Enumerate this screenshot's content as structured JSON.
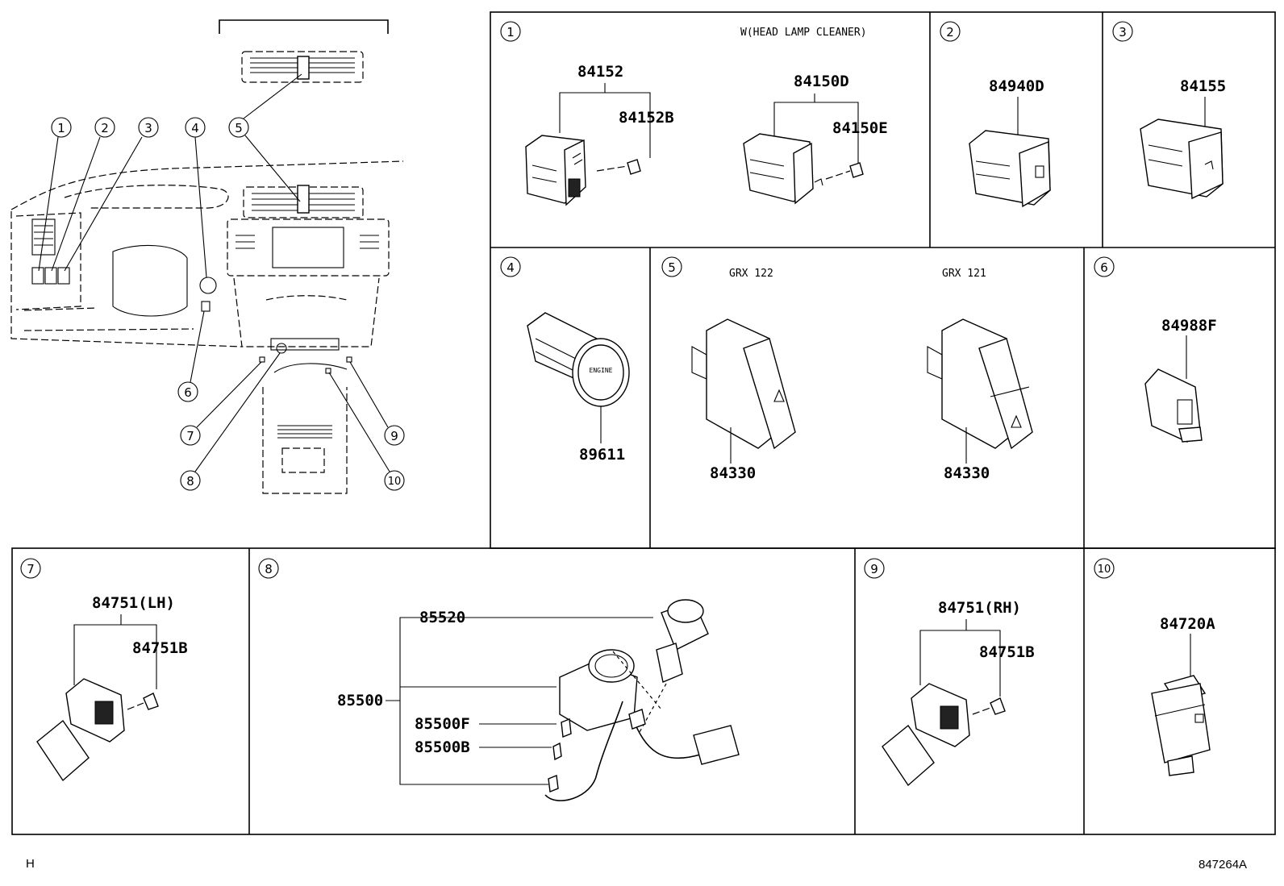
{
  "overview": {
    "callouts": [
      "1",
      "2",
      "3",
      "4",
      "5",
      "6",
      "7",
      "8",
      "9",
      "10"
    ]
  },
  "panels": [
    {
      "id": "p1",
      "num": "1",
      "note": "W(HEAD LAMP CLEANER)",
      "parts": [
        "84152",
        "84152B",
        "84150D",
        "84150E"
      ]
    },
    {
      "id": "p2",
      "num": "2",
      "parts": [
        "84940D"
      ]
    },
    {
      "id": "p3",
      "num": "3",
      "parts": [
        "84155"
      ]
    },
    {
      "id": "p4",
      "num": "4",
      "parts": [
        "89611"
      ]
    },
    {
      "id": "p5",
      "num": "5",
      "notes": [
        "GRX 122",
        "GRX 121"
      ],
      "parts": [
        "84330",
        "84330"
      ]
    },
    {
      "id": "p6",
      "num": "6",
      "parts": [
        "84988F"
      ]
    },
    {
      "id": "p7",
      "num": "7",
      "parts": [
        "84751(LH)",
        "84751B"
      ]
    },
    {
      "id": "p8",
      "num": "8",
      "parts": [
        "85520",
        "85500",
        "85500F",
        "85500B"
      ]
    },
    {
      "id": "p9",
      "num": "9",
      "parts": [
        "84751(RH)",
        "84751B"
      ]
    },
    {
      "id": "p10",
      "num": "10",
      "parts": [
        "84720A"
      ]
    }
  ],
  "footer": {
    "left": "H",
    "right": "847264A"
  }
}
